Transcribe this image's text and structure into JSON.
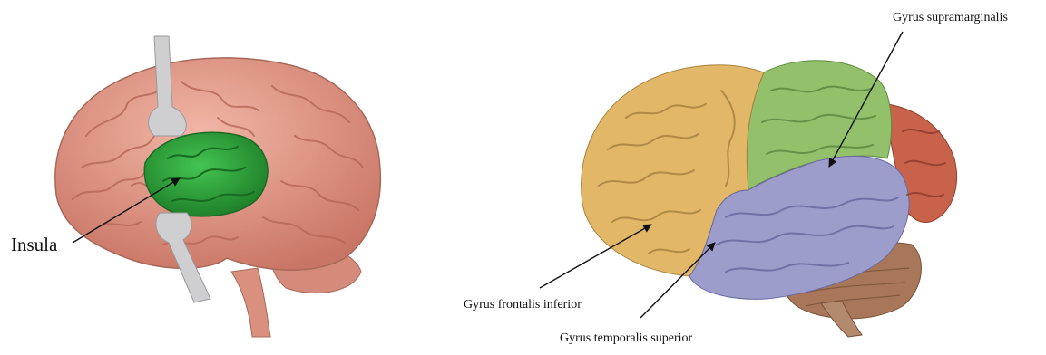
{
  "labels": {
    "insula": "Insula",
    "supramarginal": "Gyrus supramarginalis",
    "frontal_inferior": "Gyrus frontalis inferior",
    "temporal_superior": "Gyrus temporalis superior"
  },
  "colors": {
    "brain_pink": "#e49a8a",
    "insula_green": "#2fa83a",
    "frontal_yellow": "#e2b868",
    "parietal_green": "#93c16b",
    "occipital_red": "#c8624a",
    "temporal_lavender": "#9d9dcb",
    "cerebellum_brown": "#a8775a",
    "retractor_gray": "#c9c9cc"
  }
}
